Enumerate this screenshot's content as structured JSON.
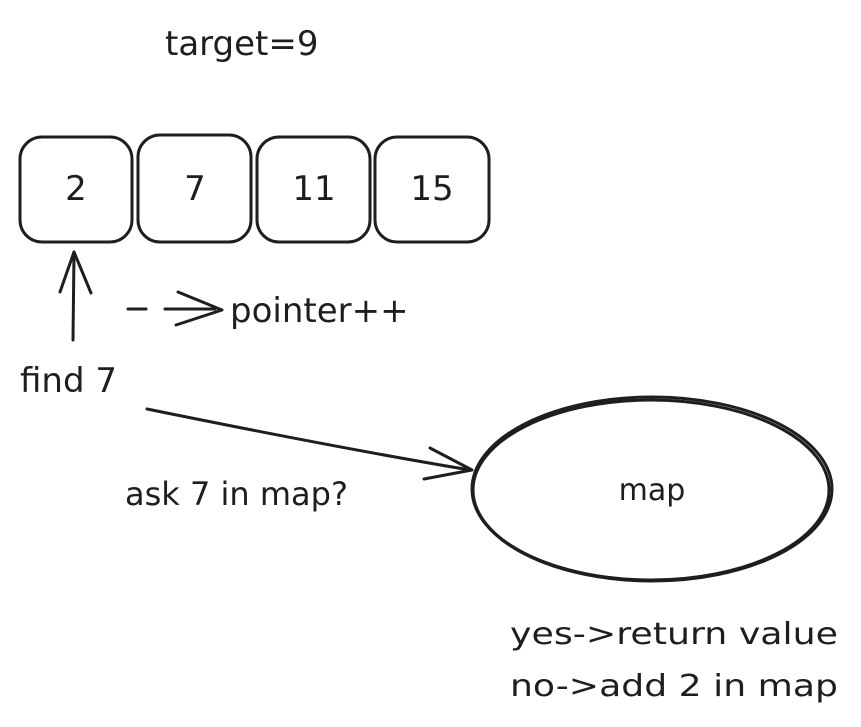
{
  "target_label": "target=9",
  "array": {
    "cells": [
      "2",
      "7",
      "11",
      "15"
    ]
  },
  "pointer_label": "pointer++",
  "find_label": "find 7",
  "ask_label": "ask 7 in map?",
  "map_label": "map",
  "result": {
    "yes_line": "yes->return value",
    "no_line": "no->add 2 in map"
  }
}
